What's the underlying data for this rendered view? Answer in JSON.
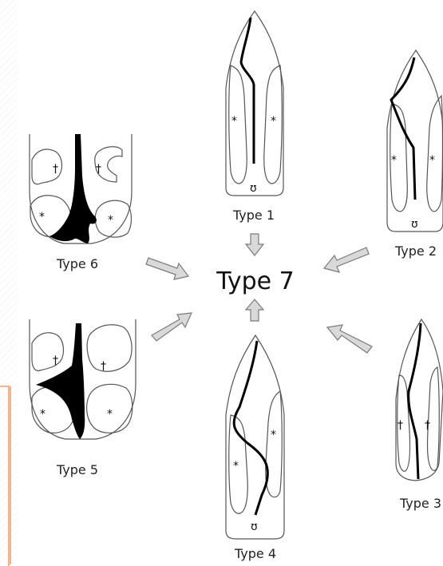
{
  "center_label": "Type 7",
  "types": [
    {
      "id": "type1",
      "label": "Type 1"
    },
    {
      "id": "type2",
      "label": "Type 2"
    },
    {
      "id": "type3",
      "label": "Type 3"
    },
    {
      "id": "type4",
      "label": "Type 4"
    },
    {
      "id": "type5",
      "label": "Type 5"
    },
    {
      "id": "type6",
      "label": "Type 6"
    }
  ],
  "symbols": {
    "asterisk": "*",
    "dagger": "†",
    "omega": "ʊ"
  }
}
